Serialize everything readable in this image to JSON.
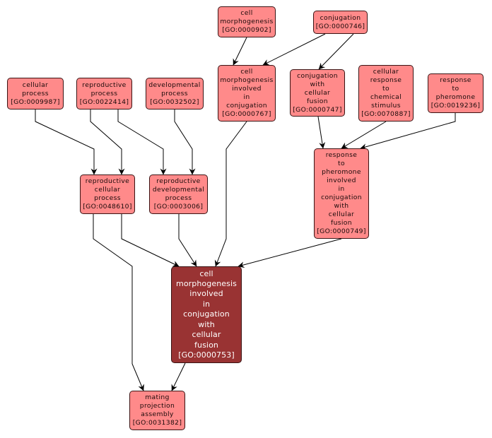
{
  "diagram": {
    "title": "GO term ancestor graph",
    "colors": {
      "node_fill": "#ff8a8a",
      "focus_fill": "#993333",
      "node_border": "#3a1414",
      "edge": "#000000",
      "focus_text": "#ffffff",
      "node_text": "#1a0a0a"
    },
    "nodes": [
      {
        "id": "GO:0000902",
        "lines": [
          "cell",
          "morphogenesis",
          "[GO:0000902]"
        ],
        "name": "cell morphogenesis",
        "focus": false
      },
      {
        "id": "GO:0000746",
        "lines": [
          "conjugation",
          "[GO:0000746]"
        ],
        "name": "conjugation",
        "focus": false
      },
      {
        "id": "GO:0009987",
        "lines": [
          "cellular",
          "process",
          "[GO:0009987]"
        ],
        "name": "cellular process",
        "focus": false
      },
      {
        "id": "GO:0022414",
        "lines": [
          "reproductive",
          "process",
          "[GO:0022414]"
        ],
        "name": "reproductive process",
        "focus": false
      },
      {
        "id": "GO:0032502",
        "lines": [
          "developmental",
          "process",
          "[GO:0032502]"
        ],
        "name": "developmental process",
        "focus": false
      },
      {
        "id": "GO:0000767",
        "lines": [
          "cell",
          "morphogenesis",
          "involved",
          "in",
          "conjugation",
          "[GO:0000767]"
        ],
        "name": "cell morphogenesis involved in conjugation",
        "focus": false
      },
      {
        "id": "GO:0000747",
        "lines": [
          "conjugation",
          "with",
          "cellular",
          "fusion",
          "[GO:0000747]"
        ],
        "name": "conjugation with cellular fusion",
        "focus": false
      },
      {
        "id": "GO:0070887",
        "lines": [
          "cellular",
          "response",
          "to",
          "chemical",
          "stimulus",
          "[GO:0070887]"
        ],
        "name": "cellular response to chemical stimulus",
        "focus": false
      },
      {
        "id": "GO:0019236",
        "lines": [
          "response",
          "to",
          "pheromone",
          "[GO:0019236]"
        ],
        "name": "response to pheromone",
        "focus": false
      },
      {
        "id": "GO:0048610",
        "lines": [
          "reproductive",
          "cellular",
          "process",
          "[GO:0048610]"
        ],
        "name": "reproductive cellular process",
        "focus": false
      },
      {
        "id": "GO:0003006",
        "lines": [
          "reproductive",
          "developmental",
          "process",
          "[GO:0003006]"
        ],
        "name": "reproductive developmental process",
        "focus": false
      },
      {
        "id": "GO:0000749",
        "lines": [
          "response",
          "to",
          "pheromone",
          "involved",
          "in",
          "conjugation",
          "with",
          "cellular",
          "fusion",
          "[GO:0000749]"
        ],
        "name": "response to pheromone involved in conjugation with cellular fusion",
        "focus": false
      },
      {
        "id": "GO:0000753",
        "lines": [
          "cell",
          "morphogenesis",
          "involved",
          "in",
          "conjugation",
          "with",
          "cellular",
          "fusion",
          "[GO:0000753]"
        ],
        "name": "cell morphogenesis involved in conjugation with cellular fusion",
        "focus": true
      },
      {
        "id": "GO:0031382",
        "lines": [
          "mating",
          "projection",
          "assembly",
          "[GO:0031382]"
        ],
        "name": "mating projection assembly",
        "focus": false
      }
    ],
    "edges": [
      {
        "from": "GO:0000902",
        "to": "GO:0000767"
      },
      {
        "from": "GO:0000746",
        "to": "GO:0000767"
      },
      {
        "from": "GO:0000746",
        "to": "GO:0000747"
      },
      {
        "from": "GO:0009987",
        "to": "GO:0048610"
      },
      {
        "from": "GO:0022414",
        "to": "GO:0048610"
      },
      {
        "from": "GO:0022414",
        "to": "GO:0003006"
      },
      {
        "from": "GO:0032502",
        "to": "GO:0003006"
      },
      {
        "from": "GO:0000747",
        "to": "GO:0000749"
      },
      {
        "from": "GO:0070887",
        "to": "GO:0000749"
      },
      {
        "from": "GO:0019236",
        "to": "GO:0000749"
      },
      {
        "from": "GO:0048610",
        "to": "GO:0000753"
      },
      {
        "from": "GO:0003006",
        "to": "GO:0000753"
      },
      {
        "from": "GO:0000767",
        "to": "GO:0000753"
      },
      {
        "from": "GO:0000749",
        "to": "GO:0000753"
      },
      {
        "from": "GO:0048610",
        "to": "GO:0031382"
      },
      {
        "from": "GO:0000753",
        "to": "GO:0031382"
      }
    ]
  }
}
